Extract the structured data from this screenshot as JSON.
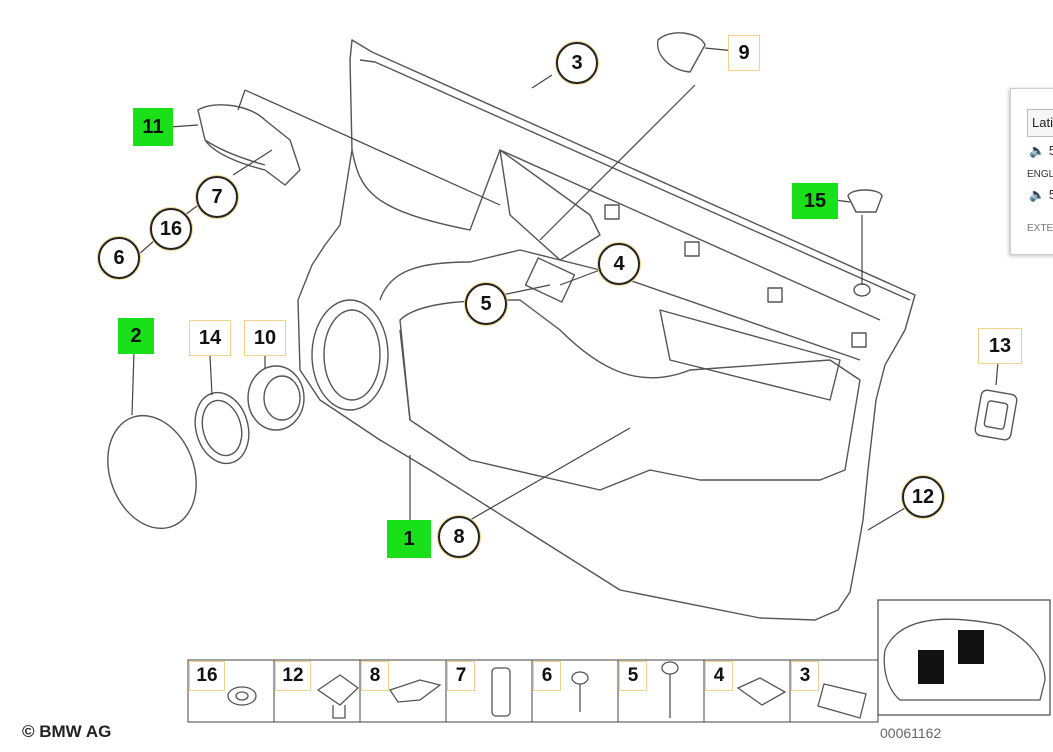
{
  "callouts": {
    "c3": "3",
    "c9": "9",
    "c7": "7",
    "c16": "16",
    "c6": "6",
    "c4": "4",
    "c5": "5",
    "c14": "14",
    "c10": "10",
    "c13": "13",
    "c12": "12",
    "c8": "8"
  },
  "highlighted": {
    "h11": "11",
    "h15": "15",
    "h2": "2",
    "h1": "1"
  },
  "parts_strip": [
    "16",
    "12",
    "8",
    "7",
    "6",
    "5",
    "4",
    "3"
  ],
  "copyright": "© BMW AG",
  "reference_number": "00061162",
  "tooltip": {
    "language_select": "Latin",
    "row1": "5",
    "label_english": "ENGL",
    "row2": "5",
    "footer": "EXTE"
  },
  "colors": {
    "highlight": "#19e019",
    "label_border": "#f2d38a",
    "line": "#444444"
  }
}
